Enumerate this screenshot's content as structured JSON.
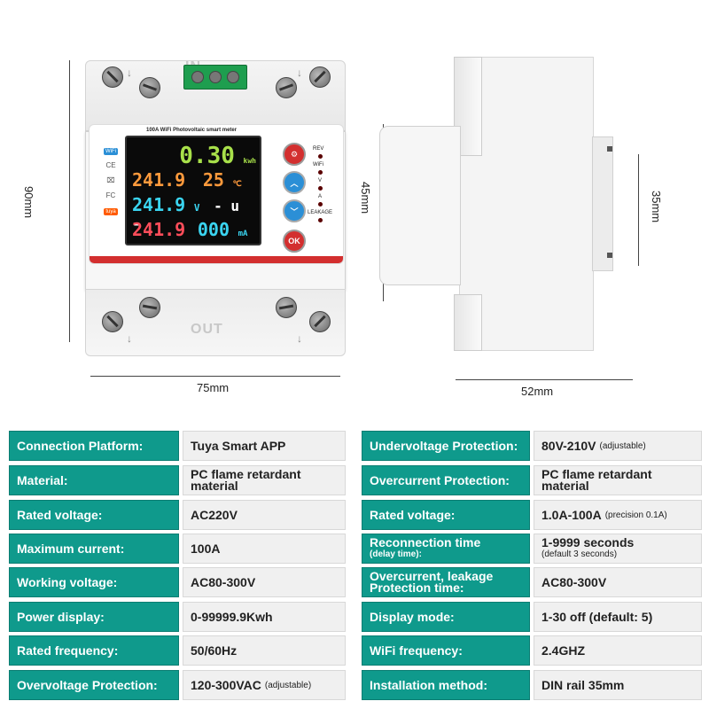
{
  "dimensions": {
    "front_height": "90mm",
    "front_width": "75mm",
    "side_depth": "52mm",
    "side_front_height": "45mm",
    "side_rail_height": "35mm"
  },
  "device": {
    "panel_title": "100A WiFi Photovoltaic smart meter",
    "port_in": "IN",
    "port_out": "OUT",
    "lcd": {
      "row1_value": "0.30",
      "row1_unit": "kwh",
      "row2_value": "241.9",
      "row2_temp": "25",
      "row2_temp_unit": "℃",
      "row3_value": "241.9",
      "row3_unit": "V",
      "row3_extra": "- u -",
      "row4_value": "241.9",
      "row4_current": "000",
      "row4_unit": "mA"
    },
    "logos": {
      "wifi": "WiFi",
      "ce": "CE",
      "fc": "FC",
      "tuya": "tuya"
    },
    "buttons": {
      "ok": "OK"
    },
    "indicators": {
      "rev": "REV",
      "wifi": "WiFi",
      "v": "V",
      "a": "A",
      "leakage": "LEAKAGE"
    }
  },
  "specs": {
    "left": [
      {
        "label": "Connection Platform:",
        "value": "Tuya Smart APP",
        "note": ""
      },
      {
        "label": "Material:",
        "value": "PC flame retardant",
        "value2": "material",
        "note": ""
      },
      {
        "label": "Rated voltage:",
        "value": "AC220V",
        "note": ""
      },
      {
        "label": "Maximum current:",
        "value": "100A",
        "note": ""
      },
      {
        "label": "Working voltage:",
        "value": "AC80-300V",
        "note": ""
      },
      {
        "label": "Power display:",
        "value": "0-99999.9Kwh",
        "note": ""
      },
      {
        "label": "Rated frequency:",
        "value": "50/60Hz",
        "note": ""
      },
      {
        "label": "Overvoltage Protection:",
        "value": "120-300VAC",
        "note": "(adjustable)"
      }
    ],
    "right": [
      {
        "label": "Undervoltage Protection:",
        "label2": "",
        "value": "80V-210V",
        "value2": "",
        "note": "(adjustable)"
      },
      {
        "label": "Overcurrent Protection:",
        "label2": "",
        "value": "PC flame retardant",
        "value2": "material",
        "note": ""
      },
      {
        "label": "Rated voltage:",
        "label2": "",
        "value": "1.0A-100A",
        "value2": "",
        "note": "(precision 0.1A)"
      },
      {
        "label": "Reconnection time",
        "label2": "(delay time):",
        "value": "1-9999 seconds",
        "value2": "(default 3 seconds)",
        "note": ""
      },
      {
        "label": "Overcurrent, leakage",
        "label2": "Protection time:",
        "value": "AC80-300V",
        "value2": "",
        "note": ""
      },
      {
        "label": "Display mode:",
        "label2": "",
        "value": "1-30 off (default: 5)",
        "value2": "",
        "note": ""
      },
      {
        "label": "WiFi frequency:",
        "label2": "",
        "value": "2.4GHZ",
        "value2": "",
        "note": ""
      },
      {
        "label": "Installation method:",
        "label2": "",
        "value": "DIN rail 35mm",
        "value2": "",
        "note": ""
      }
    ]
  },
  "colors": {
    "label_bg": "#0f9a8c",
    "value_bg": "#f0f0f0",
    "lcd_green": "#a8e04a",
    "lcd_orange": "#ff9a3c",
    "lcd_cyan": "#3ad4f0",
    "lcd_red": "#ff4d5a"
  }
}
